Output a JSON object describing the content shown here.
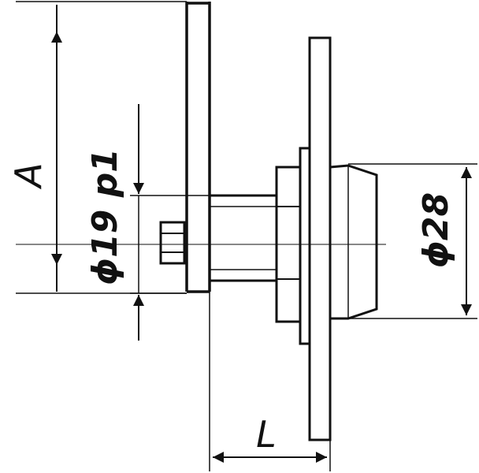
{
  "dimensions": {
    "a": "A",
    "bore": "ϕ19 p1",
    "outer": "ϕ28",
    "l": "L"
  },
  "colors": {
    "ink": "#111111",
    "paper": "#ffffff"
  }
}
